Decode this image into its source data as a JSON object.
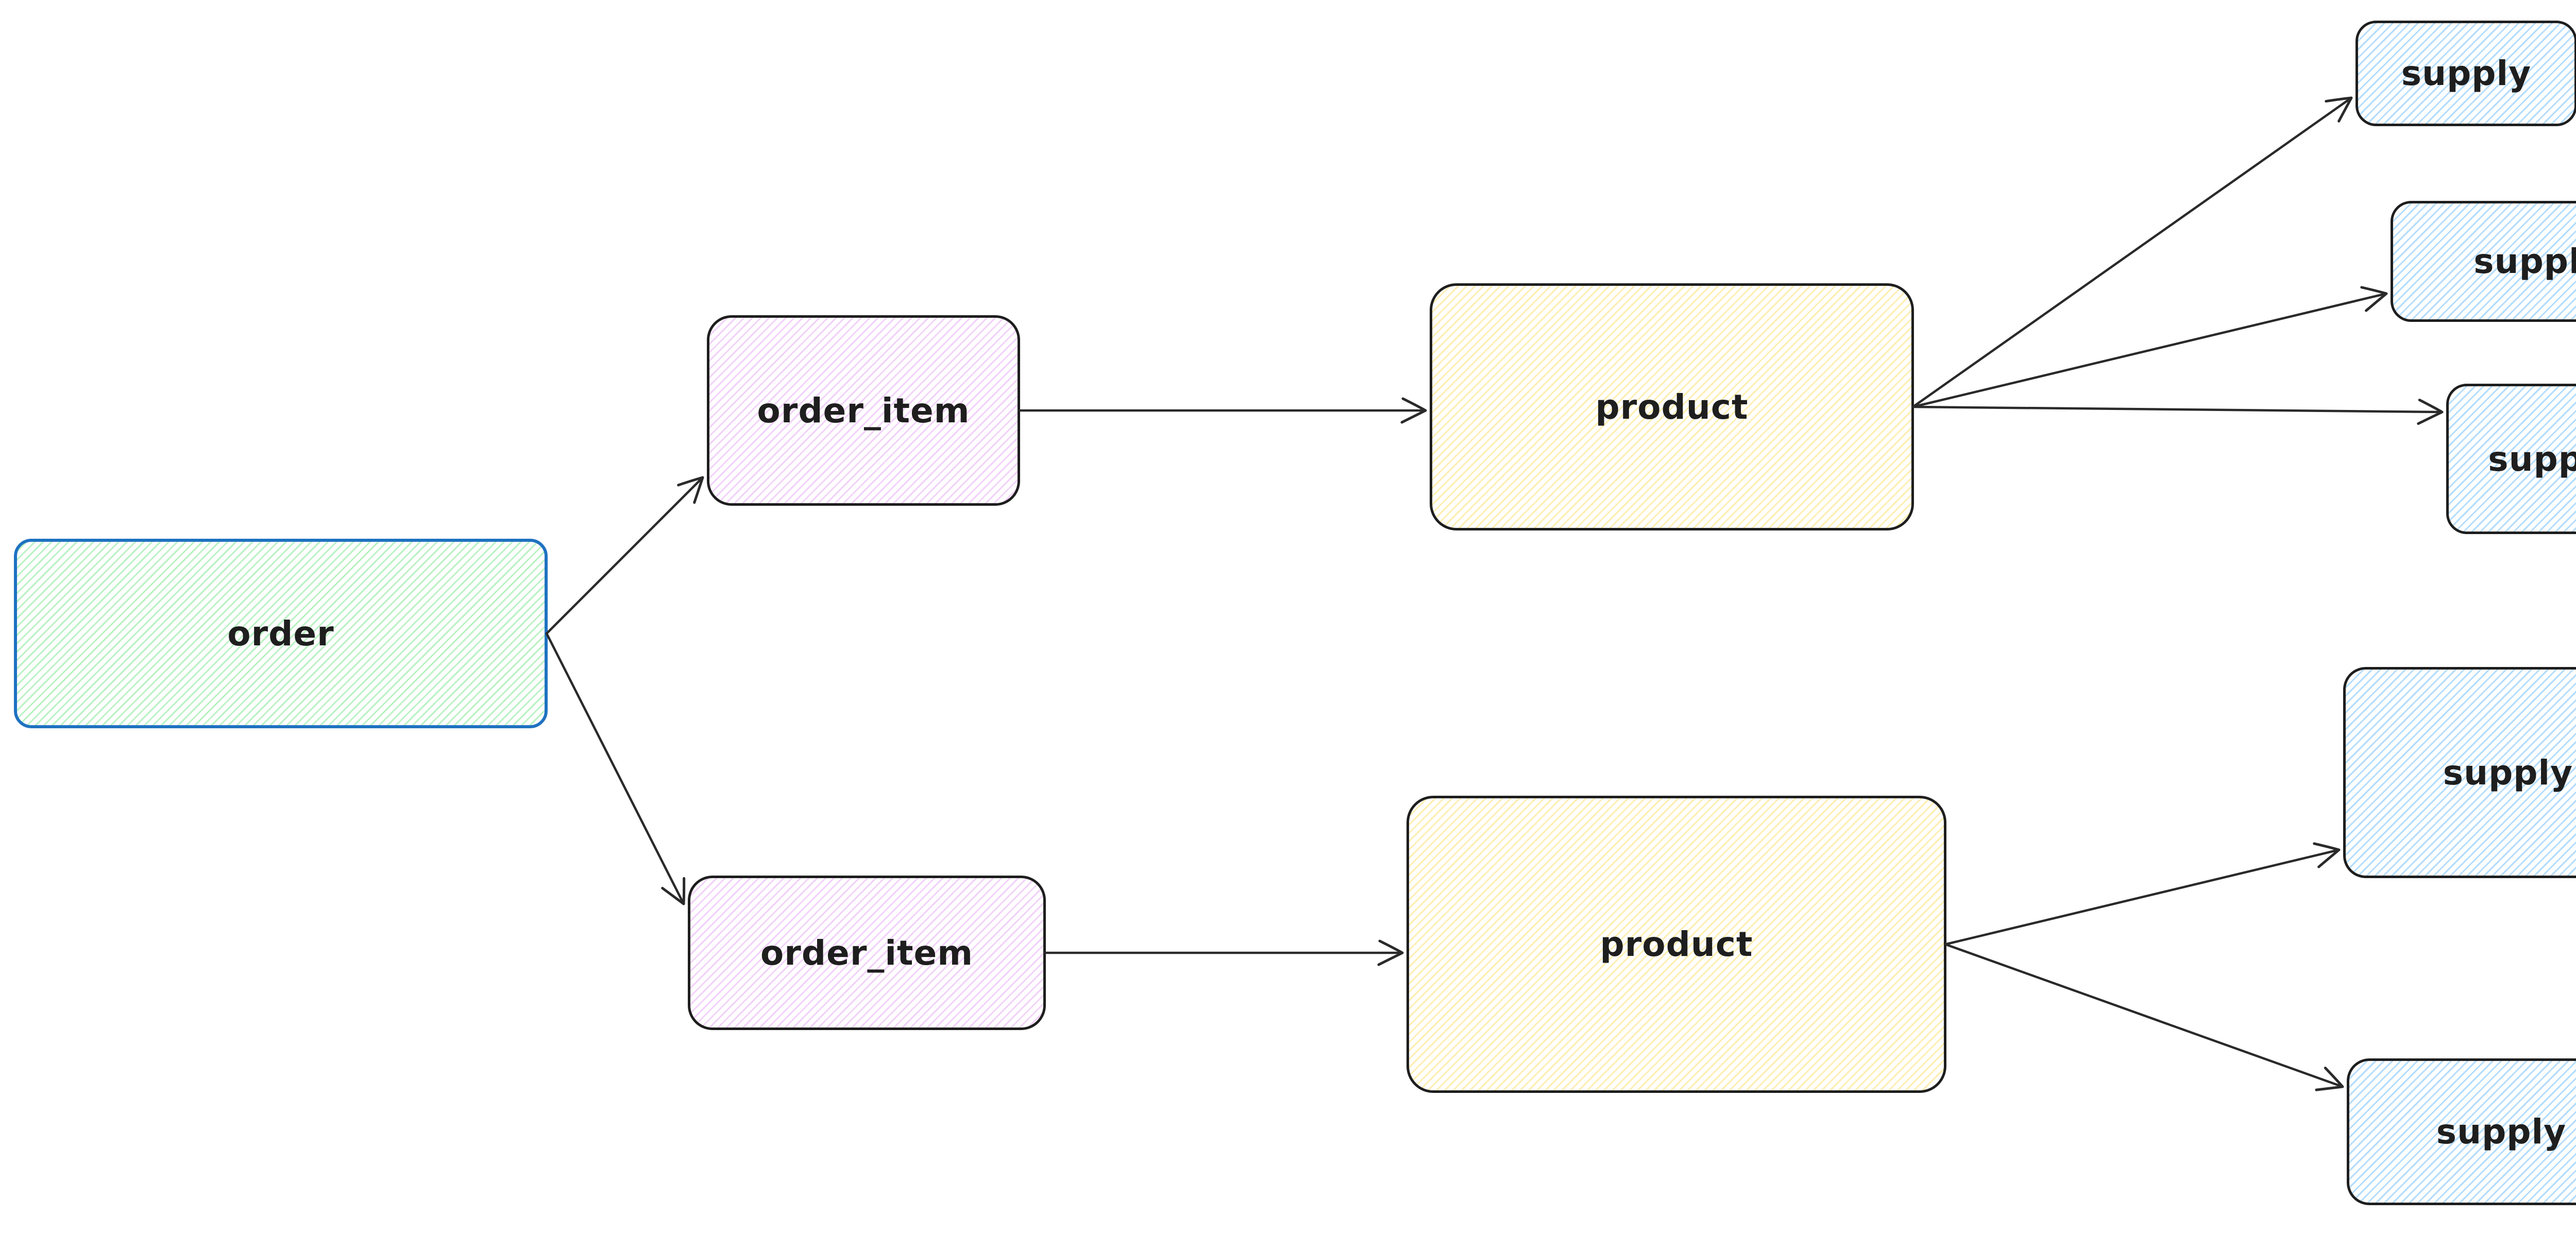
{
  "diagram": {
    "background": "#ffffff",
    "arrow_color": "#2a2a2a",
    "text_color": "#1e1e1e",
    "nodes": [
      {
        "id": "order",
        "label": "order",
        "hatch": "#8ce99a99",
        "border": "#1f72c1"
      },
      {
        "id": "order_item_1",
        "label": "order_item",
        "hatch": "#e599f773",
        "border": "#1e1e1e"
      },
      {
        "id": "order_item_2",
        "label": "order_item",
        "hatch": "#e599f773",
        "border": "#1e1e1e"
      },
      {
        "id": "product_1",
        "label": "product",
        "hatch": "#ffd43b66",
        "border": "#1e1e1e"
      },
      {
        "id": "product_2",
        "label": "product",
        "hatch": "#ffd43b66",
        "border": "#1e1e1e"
      },
      {
        "id": "supply_1",
        "label": "supply",
        "hatch": "#74c0fc8c",
        "border": "#1e1e1e"
      },
      {
        "id": "supply_2",
        "label": "supply",
        "hatch": "#74c0fc8c",
        "border": "#1e1e1e"
      },
      {
        "id": "supply_3",
        "label": "supply",
        "hatch": "#74c0fc8c",
        "border": "#1e1e1e"
      },
      {
        "id": "supply_4",
        "label": "supply",
        "hatch": "#74c0fc8c",
        "border": "#1e1e1e"
      },
      {
        "id": "supply_5",
        "label": "supply",
        "hatch": "#74c0fc8c",
        "border": "#1e1e1e"
      }
    ],
    "edges": [
      {
        "from": "order",
        "to": "order_item_1"
      },
      {
        "from": "order",
        "to": "order_item_2"
      },
      {
        "from": "order_item_1",
        "to": "product_1"
      },
      {
        "from": "product_1",
        "to": "supply_1"
      },
      {
        "from": "product_1",
        "to": "supply_2"
      },
      {
        "from": "product_1",
        "to": "supply_3"
      },
      {
        "from": "order_item_2",
        "to": "product_2"
      },
      {
        "from": "product_2",
        "to": "supply_4"
      },
      {
        "from": "product_2",
        "to": "supply_5"
      }
    ]
  }
}
